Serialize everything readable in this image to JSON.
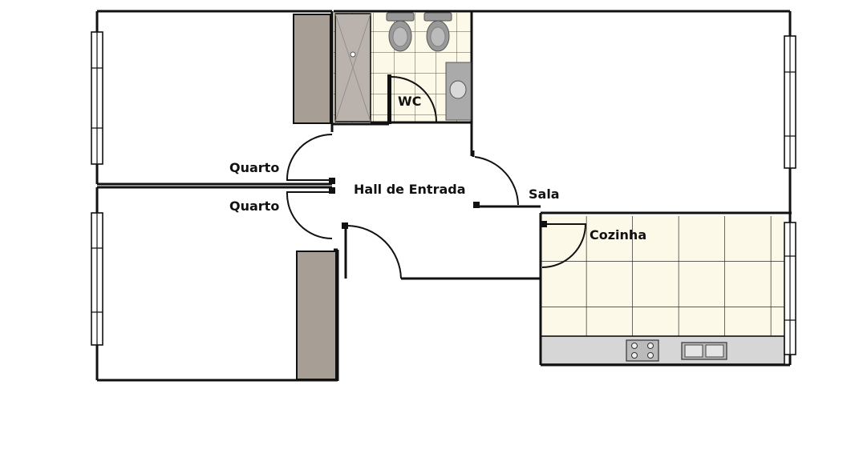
{
  "rooms": {
    "bedroom_top": "Quarto",
    "bedroom_bottom": "Quarto",
    "hall": "Hall de Entrada",
    "wc": "WC",
    "living": "Sala",
    "kitchen": "Cozinha"
  },
  "colors": {
    "wall": "#111111",
    "tile_fill": "#fdf9e8",
    "tile_line": "#2a2a2a",
    "cabinet": "#a79e96",
    "counter": "#d6d6d6",
    "shower": "#b9b2ad"
  }
}
